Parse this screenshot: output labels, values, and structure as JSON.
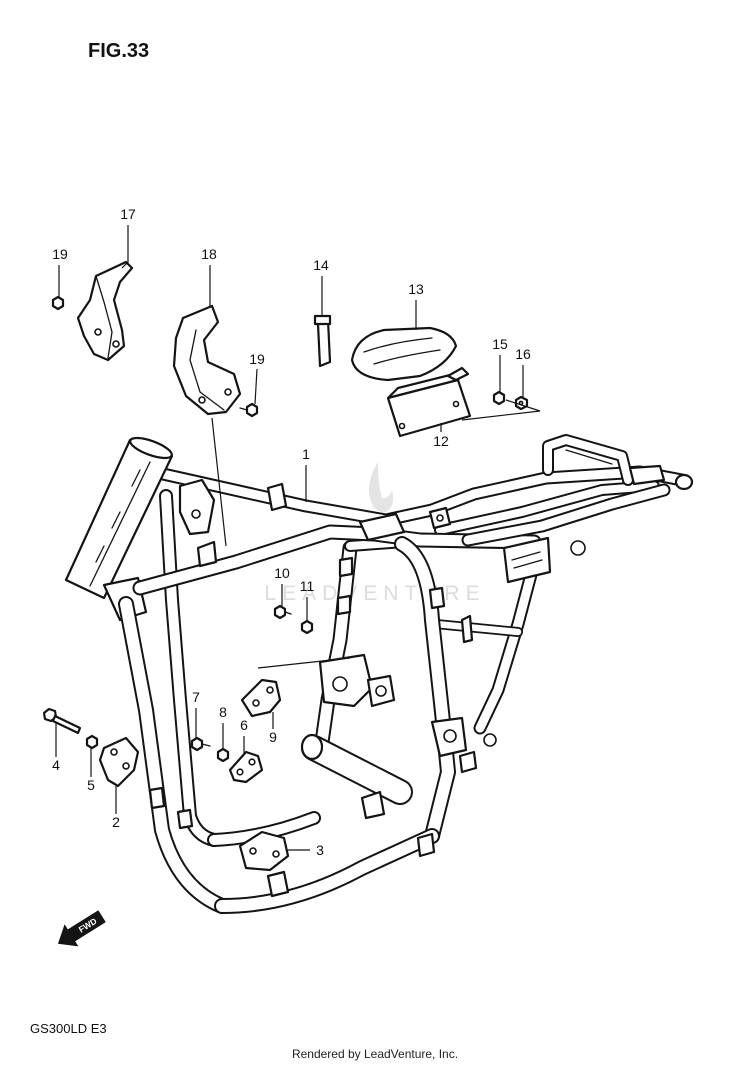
{
  "figure_label": "FIG.33",
  "callouts": [
    "17",
    "19",
    "18",
    "19",
    "14",
    "13",
    "15",
    "16",
    "12",
    "1",
    "10",
    "11",
    "7",
    "8",
    "6",
    "9",
    "4",
    "5",
    "2",
    "3"
  ],
  "forward_marker": "FWD",
  "model_code": "GS300LD E3",
  "footer": "Rendered by LeadVenture, Inc.",
  "watermark": "LEADVENTURE",
  "colors": {
    "line": "#141414",
    "background": "#ffffff",
    "watermark": "#dcdcdc"
  }
}
